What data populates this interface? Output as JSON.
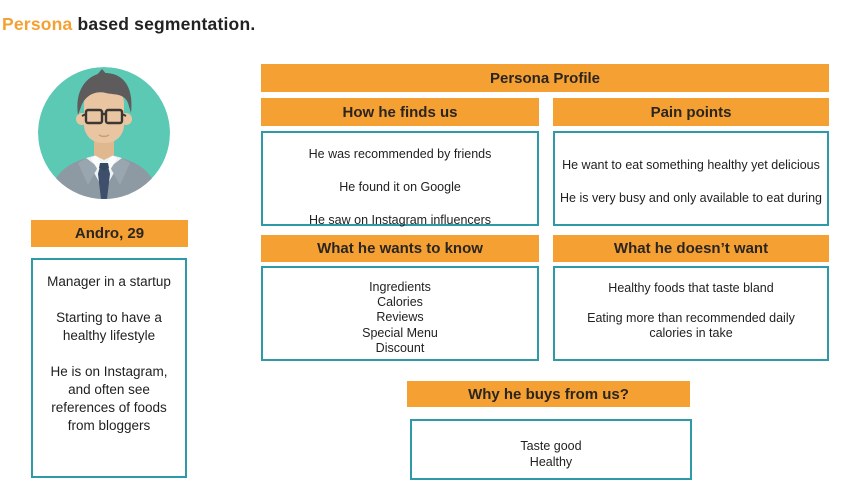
{
  "title": {
    "highlight": "Persona",
    "rest": " based segmentation."
  },
  "colors": {
    "accent_orange": "#F5A033",
    "box_border_teal": "#2E9AA8",
    "avatar_background_teal": "#5CC9B5",
    "header_text": "#2B2520"
  },
  "persona": {
    "avatar_icon": "businessman-avatar-icon",
    "name": "Andro, 29",
    "description": [
      "Manager in a startup",
      "Starting to have a healthy lifestyle",
      "He is on Instagram, and often see references of foods from bloggers"
    ]
  },
  "profile": {
    "header": "Persona Profile",
    "finds": {
      "title": "How he finds us",
      "items": [
        "He was recommended by friends",
        "He found it on Google",
        "He saw on Instagram influencers"
      ]
    },
    "pain": {
      "title": "Pain points",
      "items": [
        "He want to eat something healthy yet delicious",
        "He is very busy and only available to eat during"
      ]
    },
    "wants": {
      "title": "What he wants to know",
      "items": [
        "Ingredients",
        "Calories",
        "Reviews",
        "Special Menu",
        "Discount"
      ]
    },
    "doesnt": {
      "title": "What he doesn’t want",
      "items": [
        "Healthy foods that taste bland",
        "Eating more than recommended daily calories in take"
      ]
    },
    "why": {
      "title": "Why he buys from us?",
      "items": [
        "Taste good",
        "Healthy"
      ]
    }
  }
}
